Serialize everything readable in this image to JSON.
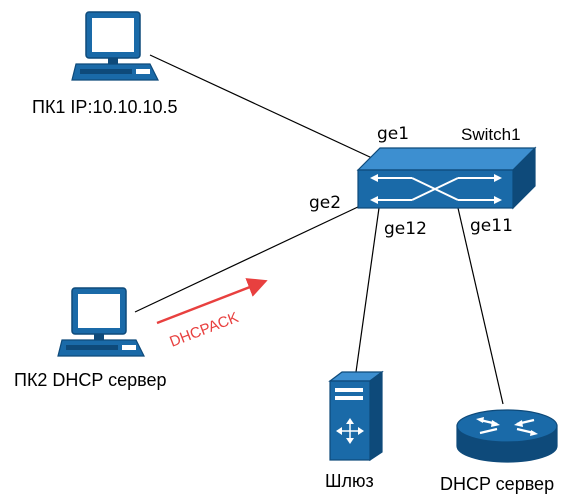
{
  "nodes": {
    "pc1": {
      "label": "ПК1 IP:10.10.10.5"
    },
    "pc2": {
      "label": "ПК2 DHCP сервер"
    },
    "switch": {
      "label": "Switch1"
    },
    "gateway": {
      "label": "Шлюз"
    },
    "router": {
      "label": "DHCP сервер"
    }
  },
  "ports": {
    "ge1": "ge1",
    "ge2": "ge2",
    "ge12": "ge12",
    "ge11": "ge11"
  },
  "packet": {
    "label": "DHCPACK",
    "color": "#e8403f"
  },
  "colors": {
    "device_fill": "#1a6aa8",
    "device_dark": "#0e4a7a",
    "device_light": "#3d8fd0",
    "link": "#000000"
  },
  "icons": {
    "pc1": "desktop-computer-icon",
    "pc2": "desktop-computer-icon",
    "switch": "network-switch-icon",
    "gateway": "server-tower-icon",
    "router": "router-icon"
  }
}
